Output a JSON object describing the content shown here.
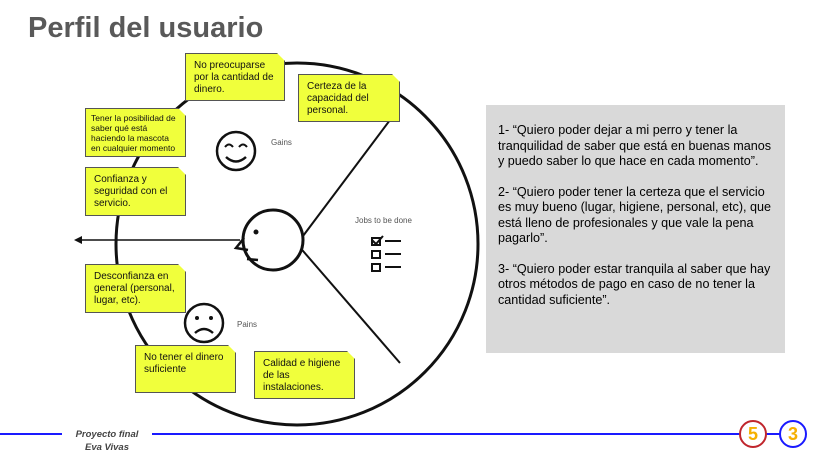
{
  "title": "Perfil del usuario",
  "diagram": {
    "gains_label": "Gains",
    "pains_label": "Pains",
    "jobs_label": "Jobs to be done",
    "notes": [
      "No preocuparse por la cantidad de dinero.",
      "Certeza de la capacidad del personal.",
      "Tener la posibilidad de saber qué está haciendo la mascota en cualquier momento",
      "Confianza y seguridad con el servicio.",
      "Desconfianza en general (personal, lugar, etc).",
      "No tener el dinero suficiente",
      "Calidad e higiene de las instalaciones."
    ]
  },
  "quotes": [
    "1- “Quiero poder dejar a mi perro y tener la tranquilidad de saber que está en buenas manos y puedo saber lo que hace en cada momento”.",
    "2- “Quiero poder tener la certeza que el servicio es muy bueno (lugar, higiene, personal, etc), que está lleno de profesionales y que vale la pena pagarlo”.",
    "3- “Quiero poder estar tranquila al saber que hay otros métodos de pago en caso de no tener la cantidad suficiente”."
  ],
  "footer": {
    "line1": "Proyecto final",
    "line2": "Eva Vivas",
    "badge1": "5",
    "badge2": "3"
  },
  "colors": {
    "note": "#f0ff3c",
    "line": "#1a1aff",
    "badge1": "#c0262d",
    "badge2": "#1a1aff",
    "badge_text": "#f5b000"
  }
}
